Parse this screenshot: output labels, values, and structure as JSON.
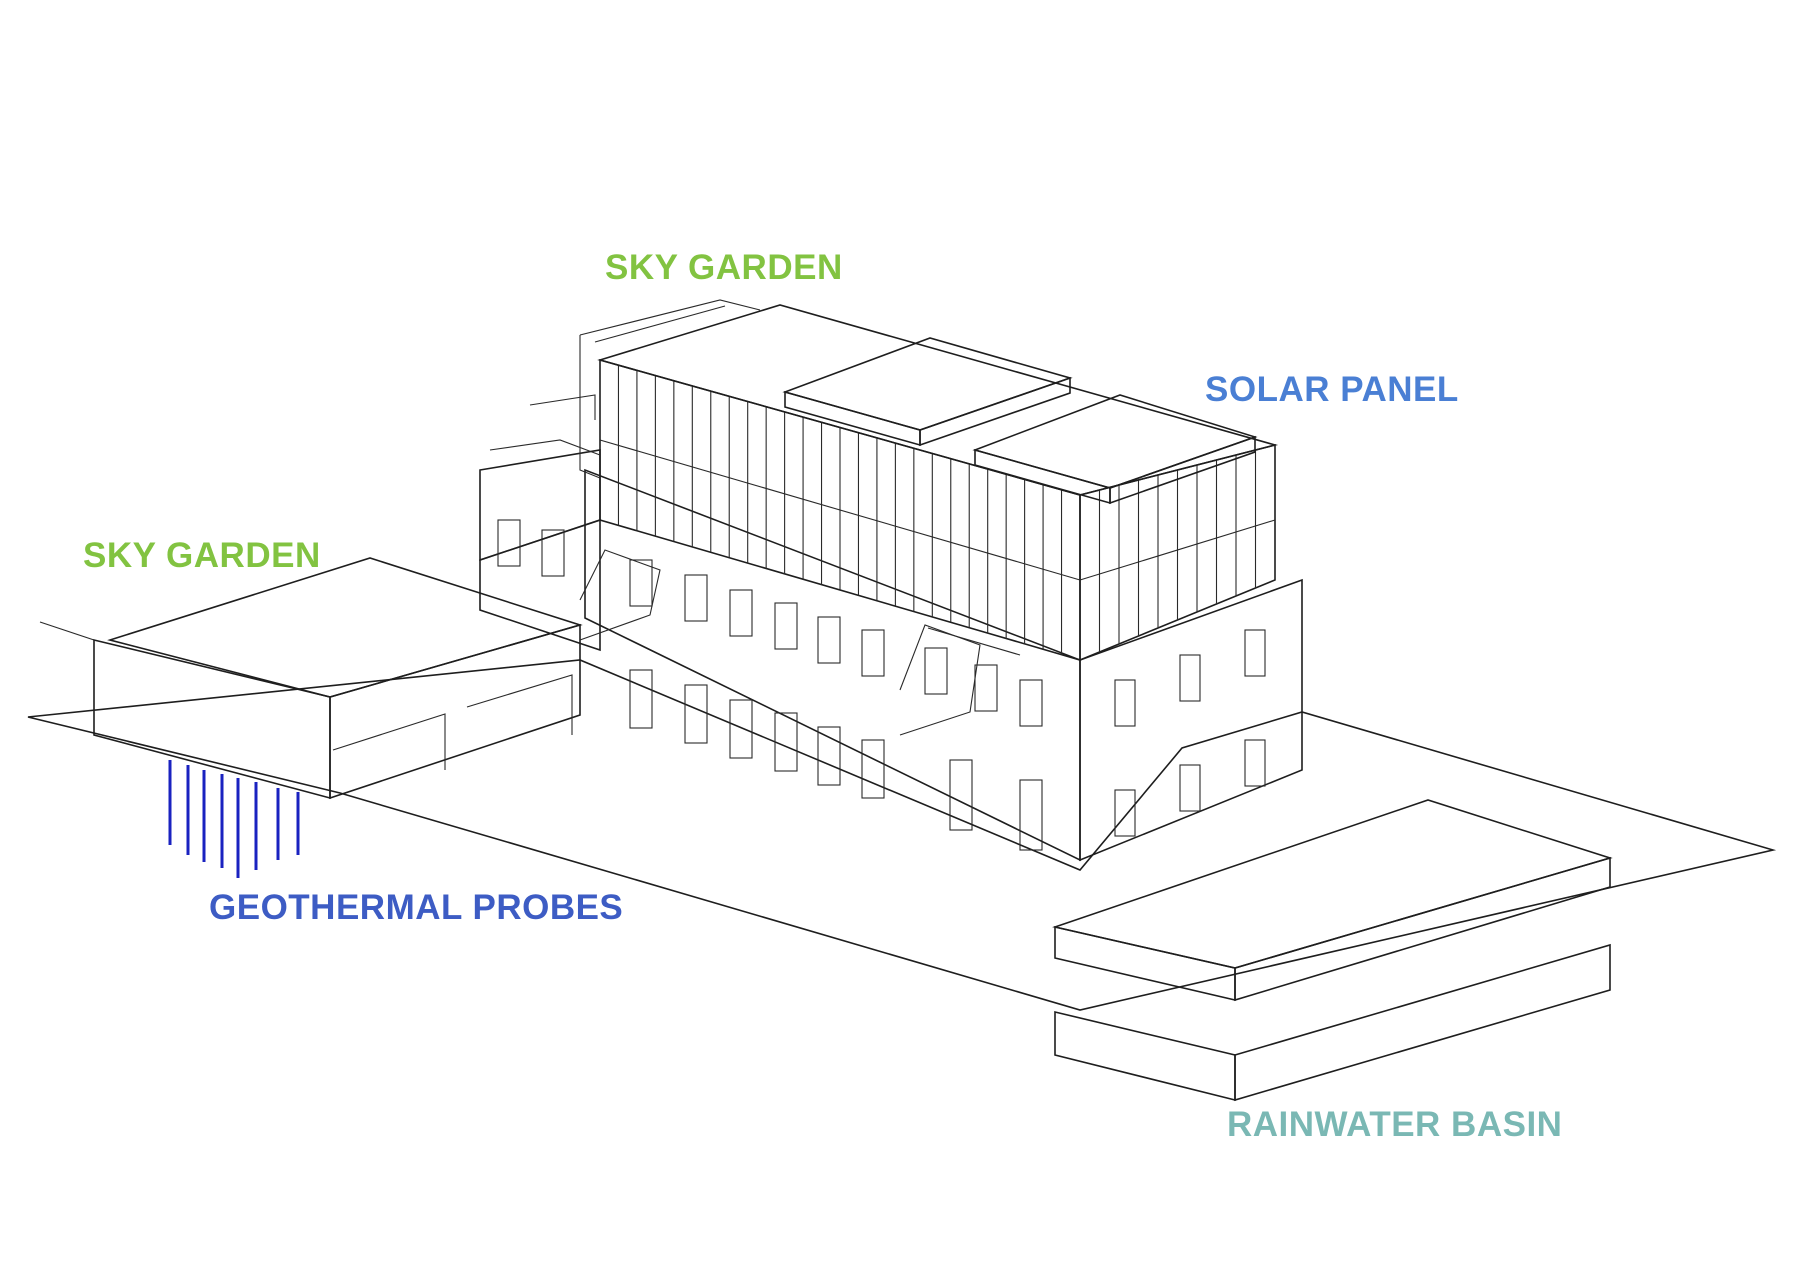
{
  "colors": {
    "garden": "#82c341",
    "garden_fill": "#dff2cf",
    "solar": "#4a7fd4",
    "solar_fill": "#b3c8e4",
    "geothermal": "#3d5cc4",
    "probe": "#1a22c0",
    "rainwater": "#7ab8b4",
    "rainwater_fill": "#eefafa"
  },
  "labels": {
    "sky_garden_top": "SKY GARDEN",
    "sky_garden_left": "SKY GARDEN",
    "solar_panel": "SOLAR PANEL",
    "geothermal_probes": "GEOTHERMAL PROBES",
    "rainwater_basin": "RAINWATER BASIN"
  },
  "icons": {
    "building": "building-icon",
    "solar": "solar-panel-icon",
    "garden": "roof-garden-icon",
    "probe": "geothermal-probe-icon",
    "basin": "rainwater-basin-icon"
  }
}
